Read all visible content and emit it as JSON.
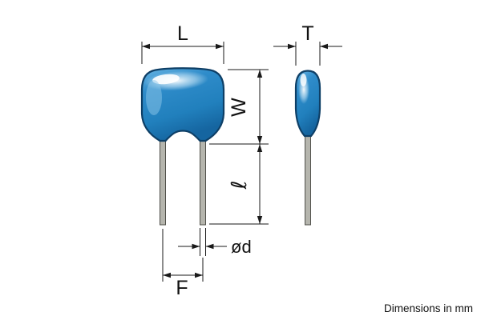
{
  "diagram": {
    "labels": {
      "body_length": "L",
      "body_thickness": "T",
      "body_width": "W",
      "lead_length": "ℓ",
      "lead_diameter": "ød",
      "lead_spacing": "F"
    },
    "footnote": "Dimensions in mm",
    "colors": {
      "body_blue": "#2787c5",
      "body_highlight": "#e9f5fc",
      "body_outline": "#0e3f66",
      "lead_gray": "#b5b5ad",
      "dimension_line": "#1a1a1a"
    }
  }
}
